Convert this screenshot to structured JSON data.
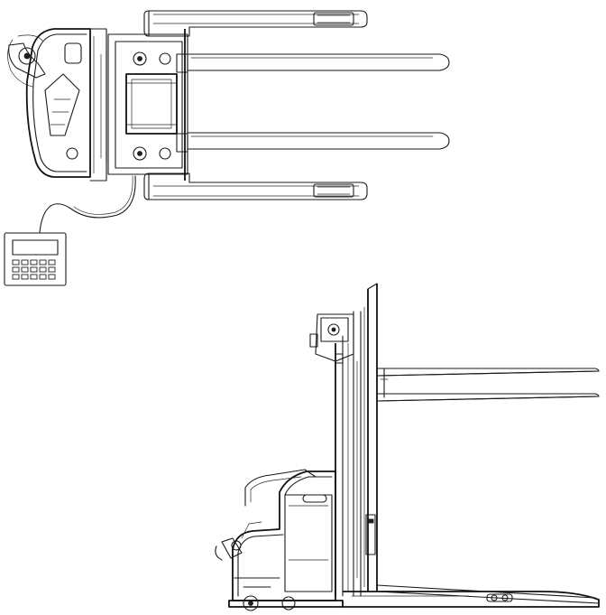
{
  "figure": {
    "views": [
      {
        "name": "top-view",
        "description_visible": false
      },
      {
        "name": "side-view",
        "description_visible": false
      }
    ],
    "display": {
      "has_text": false
    },
    "colors": {
      "line": "#1a1a1a",
      "background": "#ffffff"
    },
    "icons": [
      "forklift-top-view",
      "forklift-side-view",
      "control-terminal",
      "keypad"
    ]
  }
}
